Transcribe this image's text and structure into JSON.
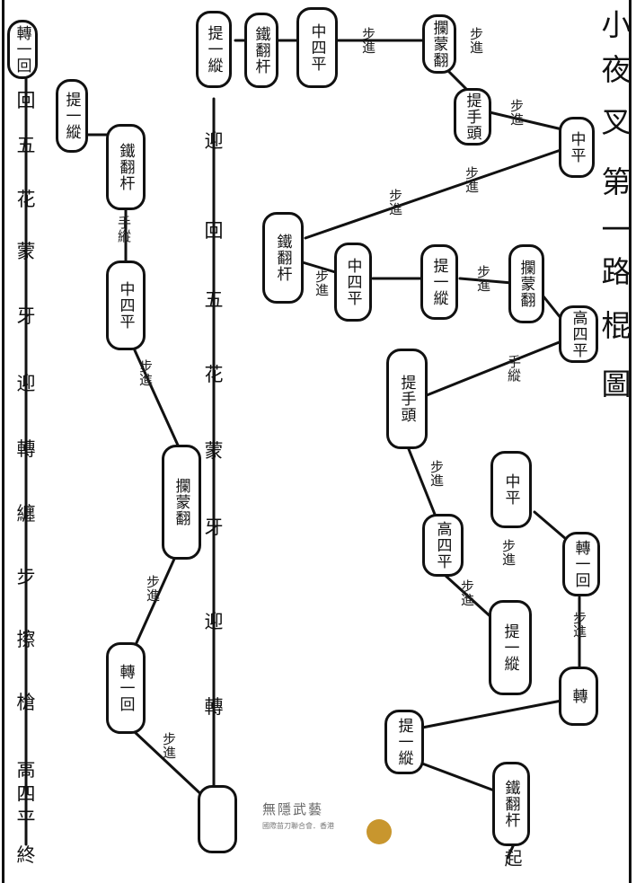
{
  "title": [
    "小",
    "夜",
    "叉",
    "第",
    "一",
    "路",
    "棍",
    "圖"
  ],
  "left_column": [
    "轉",
    "一",
    "回",
    "五",
    "花",
    "蒙",
    "牙",
    "迎",
    "轉",
    "纏",
    "步",
    "擦",
    "槍",
    "高",
    "四",
    "平",
    "終"
  ],
  "middle_column": [
    "迎",
    "回",
    "五",
    "花",
    "蒙",
    "牙",
    "迎",
    "轉"
  ],
  "watermark": {
    "title": "無隱武藝",
    "subtitle": "國際苗刀聯合會．香港"
  },
  "nodes": [
    {
      "id": "n1",
      "text": "轉一回"
    },
    {
      "id": "n2",
      "text": "提一縱"
    },
    {
      "id": "n3",
      "text": "鐵翻杆"
    },
    {
      "id": "n4",
      "text": "中四平"
    },
    {
      "id": "n5",
      "text": "攔蒙翻"
    },
    {
      "id": "n6",
      "text": "轉一回"
    },
    {
      "id": "n7",
      "text": "提一縱"
    },
    {
      "id": "n8",
      "text": "鐵翻杆"
    },
    {
      "id": "n9",
      "text": "中四平"
    },
    {
      "id": "n10",
      "text": "攔蒙翻"
    },
    {
      "id": "n11",
      "text": "提手頭"
    },
    {
      "id": "n12",
      "text": "中平"
    },
    {
      "id": "n13",
      "text": "鐵翻杆"
    },
    {
      "id": "n14",
      "text": "中四平"
    },
    {
      "id": "n15",
      "text": "提一縱"
    },
    {
      "id": "n16",
      "text": "攔蒙翻"
    },
    {
      "id": "n17",
      "text": "高四平"
    },
    {
      "id": "n18",
      "text": "提手頭"
    },
    {
      "id": "n19",
      "text": "中平"
    },
    {
      "id": "n20",
      "text": "高四平"
    },
    {
      "id": "n21",
      "text": "轉一回"
    },
    {
      "id": "n22",
      "text": "提一縱"
    },
    {
      "id": "n23",
      "text": "轉"
    },
    {
      "id": "n24",
      "text": "提一縱"
    },
    {
      "id": "n25",
      "text": "鐵翻杆"
    }
  ],
  "labels": [
    "手縱",
    "步進",
    "步進",
    "步進",
    "步進",
    "步進",
    "步進",
    "步進",
    "步進",
    "步進",
    "步進",
    "手縱",
    "步進",
    "步進",
    "步進",
    "步進",
    "起"
  ]
}
